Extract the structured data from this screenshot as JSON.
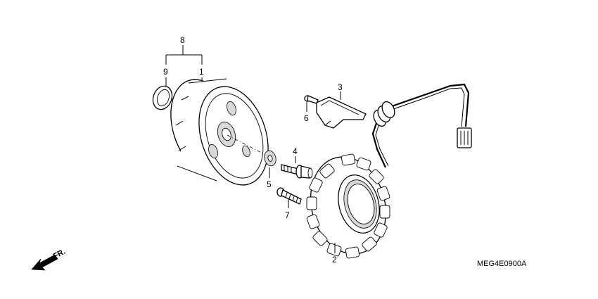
{
  "callouts": {
    "c1": "1",
    "c2": "2",
    "c3": "3",
    "c4": "4",
    "c5": "5",
    "c6": "6",
    "c7": "7",
    "c8": "8",
    "c9": "9"
  },
  "diagram_code": "MEG4E0900A",
  "direction_label": "FR."
}
